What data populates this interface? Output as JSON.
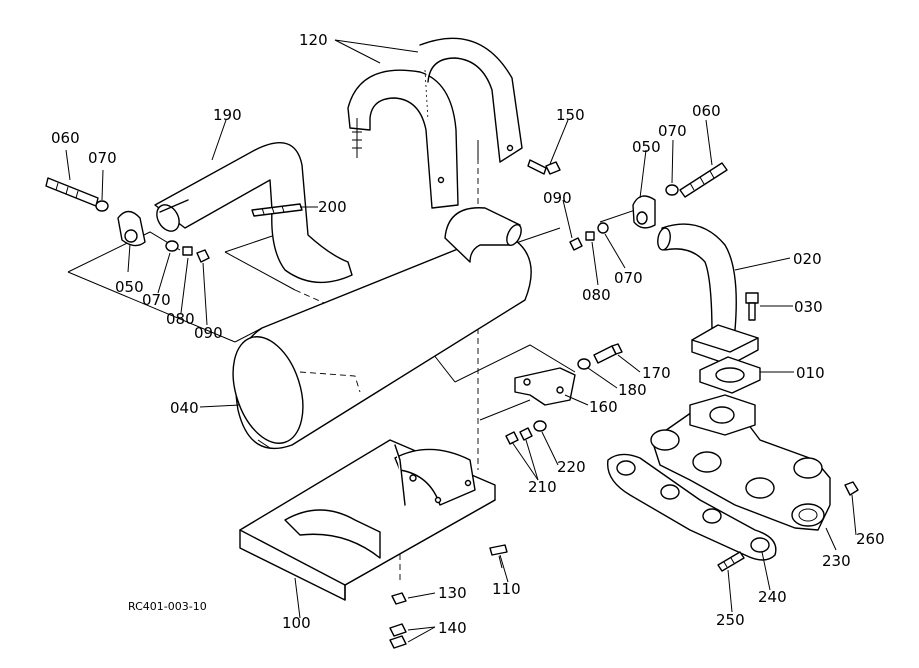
{
  "diagram": {
    "drawing_code": "RC401-003-10",
    "parts": [
      {
        "id": "p010",
        "label": "010"
      },
      {
        "id": "p020",
        "label": "020"
      },
      {
        "id": "p030",
        "label": "030"
      },
      {
        "id": "p040",
        "label": "040"
      },
      {
        "id": "p050a",
        "label": "050"
      },
      {
        "id": "p050b",
        "label": "050"
      },
      {
        "id": "p060a",
        "label": "060"
      },
      {
        "id": "p060b",
        "label": "060"
      },
      {
        "id": "p070a",
        "label": "070"
      },
      {
        "id": "p070b",
        "label": "070"
      },
      {
        "id": "p070c",
        "label": "070"
      },
      {
        "id": "p070d",
        "label": "070"
      },
      {
        "id": "p080a",
        "label": "080"
      },
      {
        "id": "p080b",
        "label": "080"
      },
      {
        "id": "p090a",
        "label": "090"
      },
      {
        "id": "p090b",
        "label": "090"
      },
      {
        "id": "p100",
        "label": "100"
      },
      {
        "id": "p110",
        "label": "110"
      },
      {
        "id": "p120",
        "label": "120"
      },
      {
        "id": "p130",
        "label": "130"
      },
      {
        "id": "p140",
        "label": "140"
      },
      {
        "id": "p150",
        "label": "150"
      },
      {
        "id": "p160",
        "label": "160"
      },
      {
        "id": "p170",
        "label": "170"
      },
      {
        "id": "p180",
        "label": "180"
      },
      {
        "id": "p190",
        "label": "190"
      },
      {
        "id": "p200",
        "label": "200"
      },
      {
        "id": "p210",
        "label": "210"
      },
      {
        "id": "p220",
        "label": "220"
      },
      {
        "id": "p230",
        "label": "230"
      },
      {
        "id": "p240",
        "label": "240"
      },
      {
        "id": "p250",
        "label": "250"
      },
      {
        "id": "p260",
        "label": "260"
      }
    ]
  }
}
